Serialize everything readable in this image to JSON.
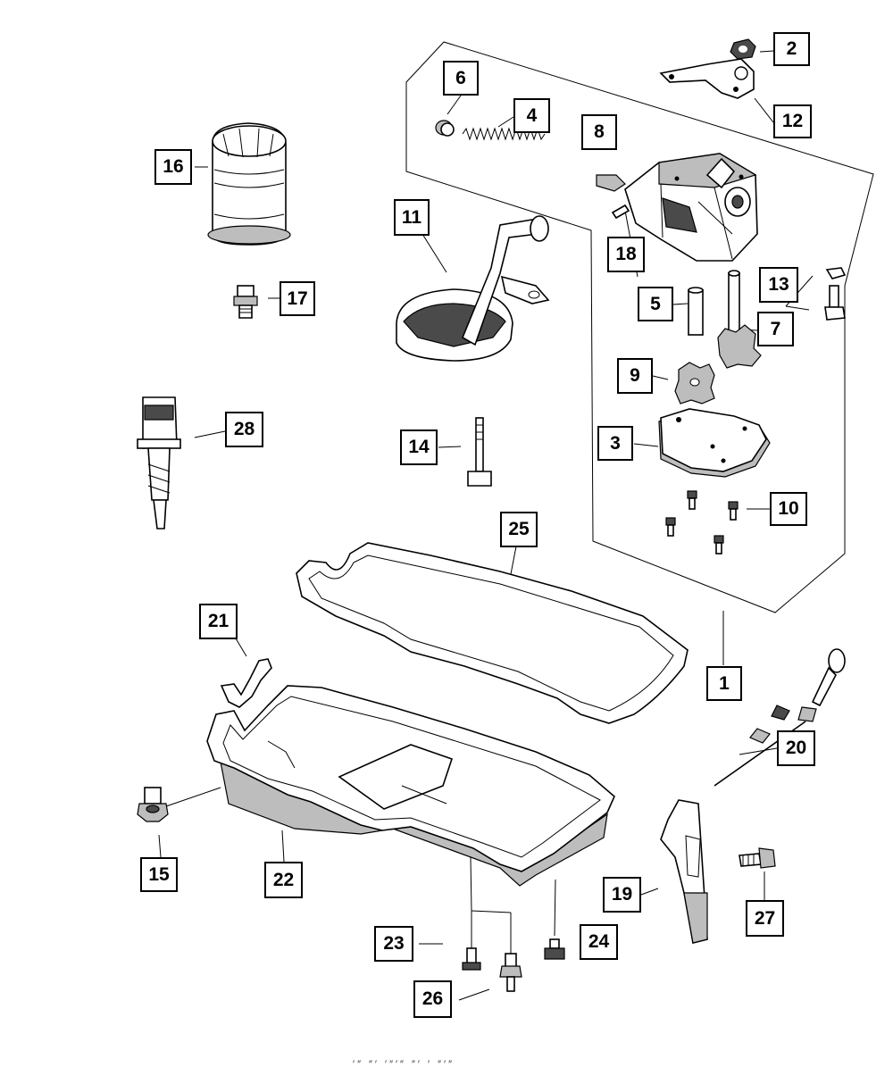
{
  "diagram": {
    "callouts": [
      {
        "id": "c1",
        "label": "1"
      },
      {
        "id": "c2",
        "label": "2"
      },
      {
        "id": "c3",
        "label": "3"
      },
      {
        "id": "c4",
        "label": "4"
      },
      {
        "id": "c5",
        "label": "5"
      },
      {
        "id": "c6",
        "label": "6"
      },
      {
        "id": "c7",
        "label": "7"
      },
      {
        "id": "c8",
        "label": "8"
      },
      {
        "id": "c9",
        "label": "9"
      },
      {
        "id": "c10",
        "label": "10"
      },
      {
        "id": "c11",
        "label": "11"
      },
      {
        "id": "c12",
        "label": "12"
      },
      {
        "id": "c13",
        "label": "13"
      },
      {
        "id": "c14",
        "label": "14"
      },
      {
        "id": "c15",
        "label": "15"
      },
      {
        "id": "c16",
        "label": "16"
      },
      {
        "id": "c17",
        "label": "17"
      },
      {
        "id": "c18",
        "label": "18"
      },
      {
        "id": "c19",
        "label": "19"
      },
      {
        "id": "c20",
        "label": "20"
      },
      {
        "id": "c21",
        "label": "21"
      },
      {
        "id": "c22",
        "label": "22"
      },
      {
        "id": "c23",
        "label": "23"
      },
      {
        "id": "c24",
        "label": "24"
      },
      {
        "id": "c25",
        "label": "25"
      },
      {
        "id": "c26",
        "label": "26"
      },
      {
        "id": "c27",
        "label": "27"
      },
      {
        "id": "c28",
        "label": "28"
      }
    ],
    "footer_text": "′″ ″′ ′″′″ ″′ ′ ″′″"
  }
}
